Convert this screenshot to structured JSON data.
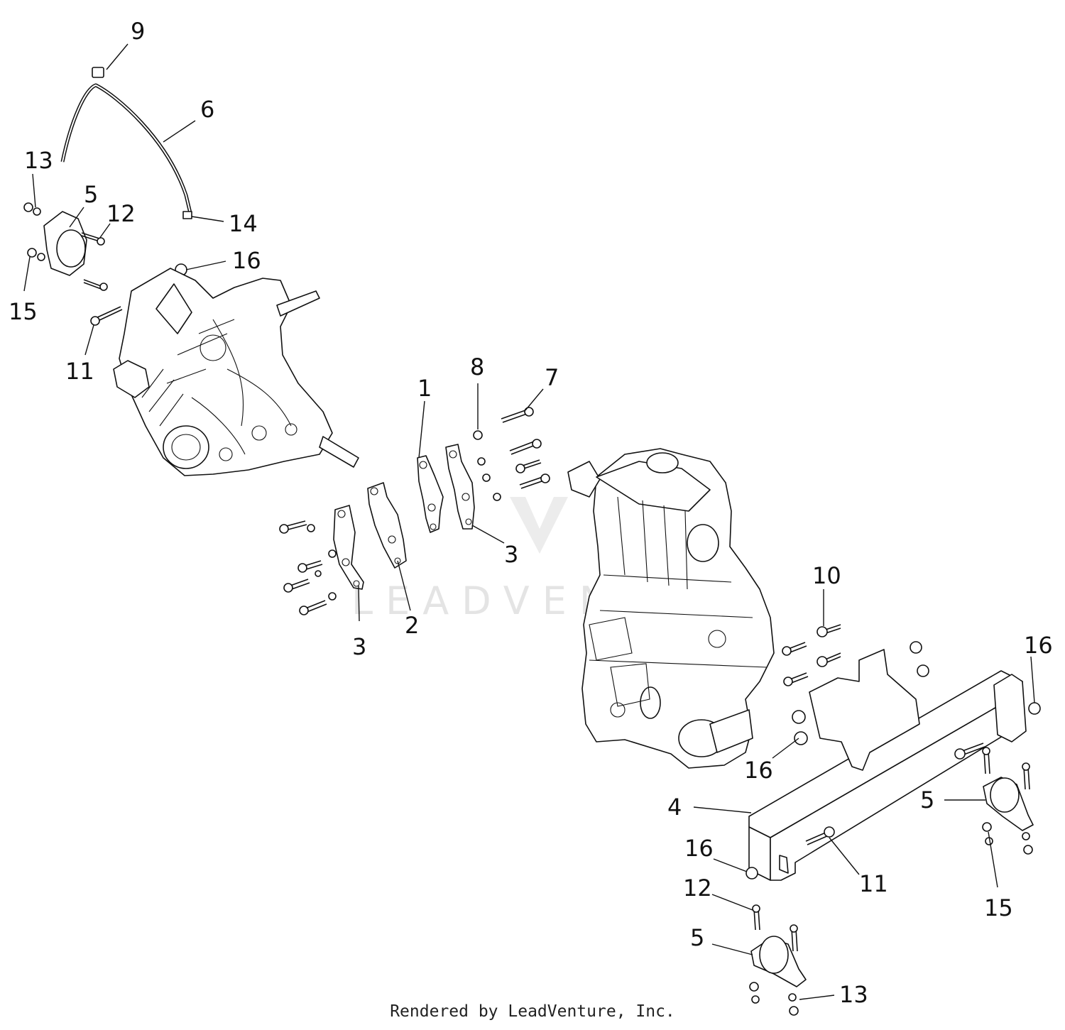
{
  "watermark": "LEADVENTURE",
  "footer": "Rendered by LeadVenture, Inc.",
  "callouts": [
    "9",
    "6",
    "13",
    "5",
    "12",
    "14",
    "16",
    "15",
    "11",
    "8",
    "7",
    "1",
    "3",
    "3",
    "2",
    "10",
    "16",
    "16",
    "5",
    "4",
    "16",
    "11",
    "12",
    "15",
    "5",
    "13"
  ]
}
